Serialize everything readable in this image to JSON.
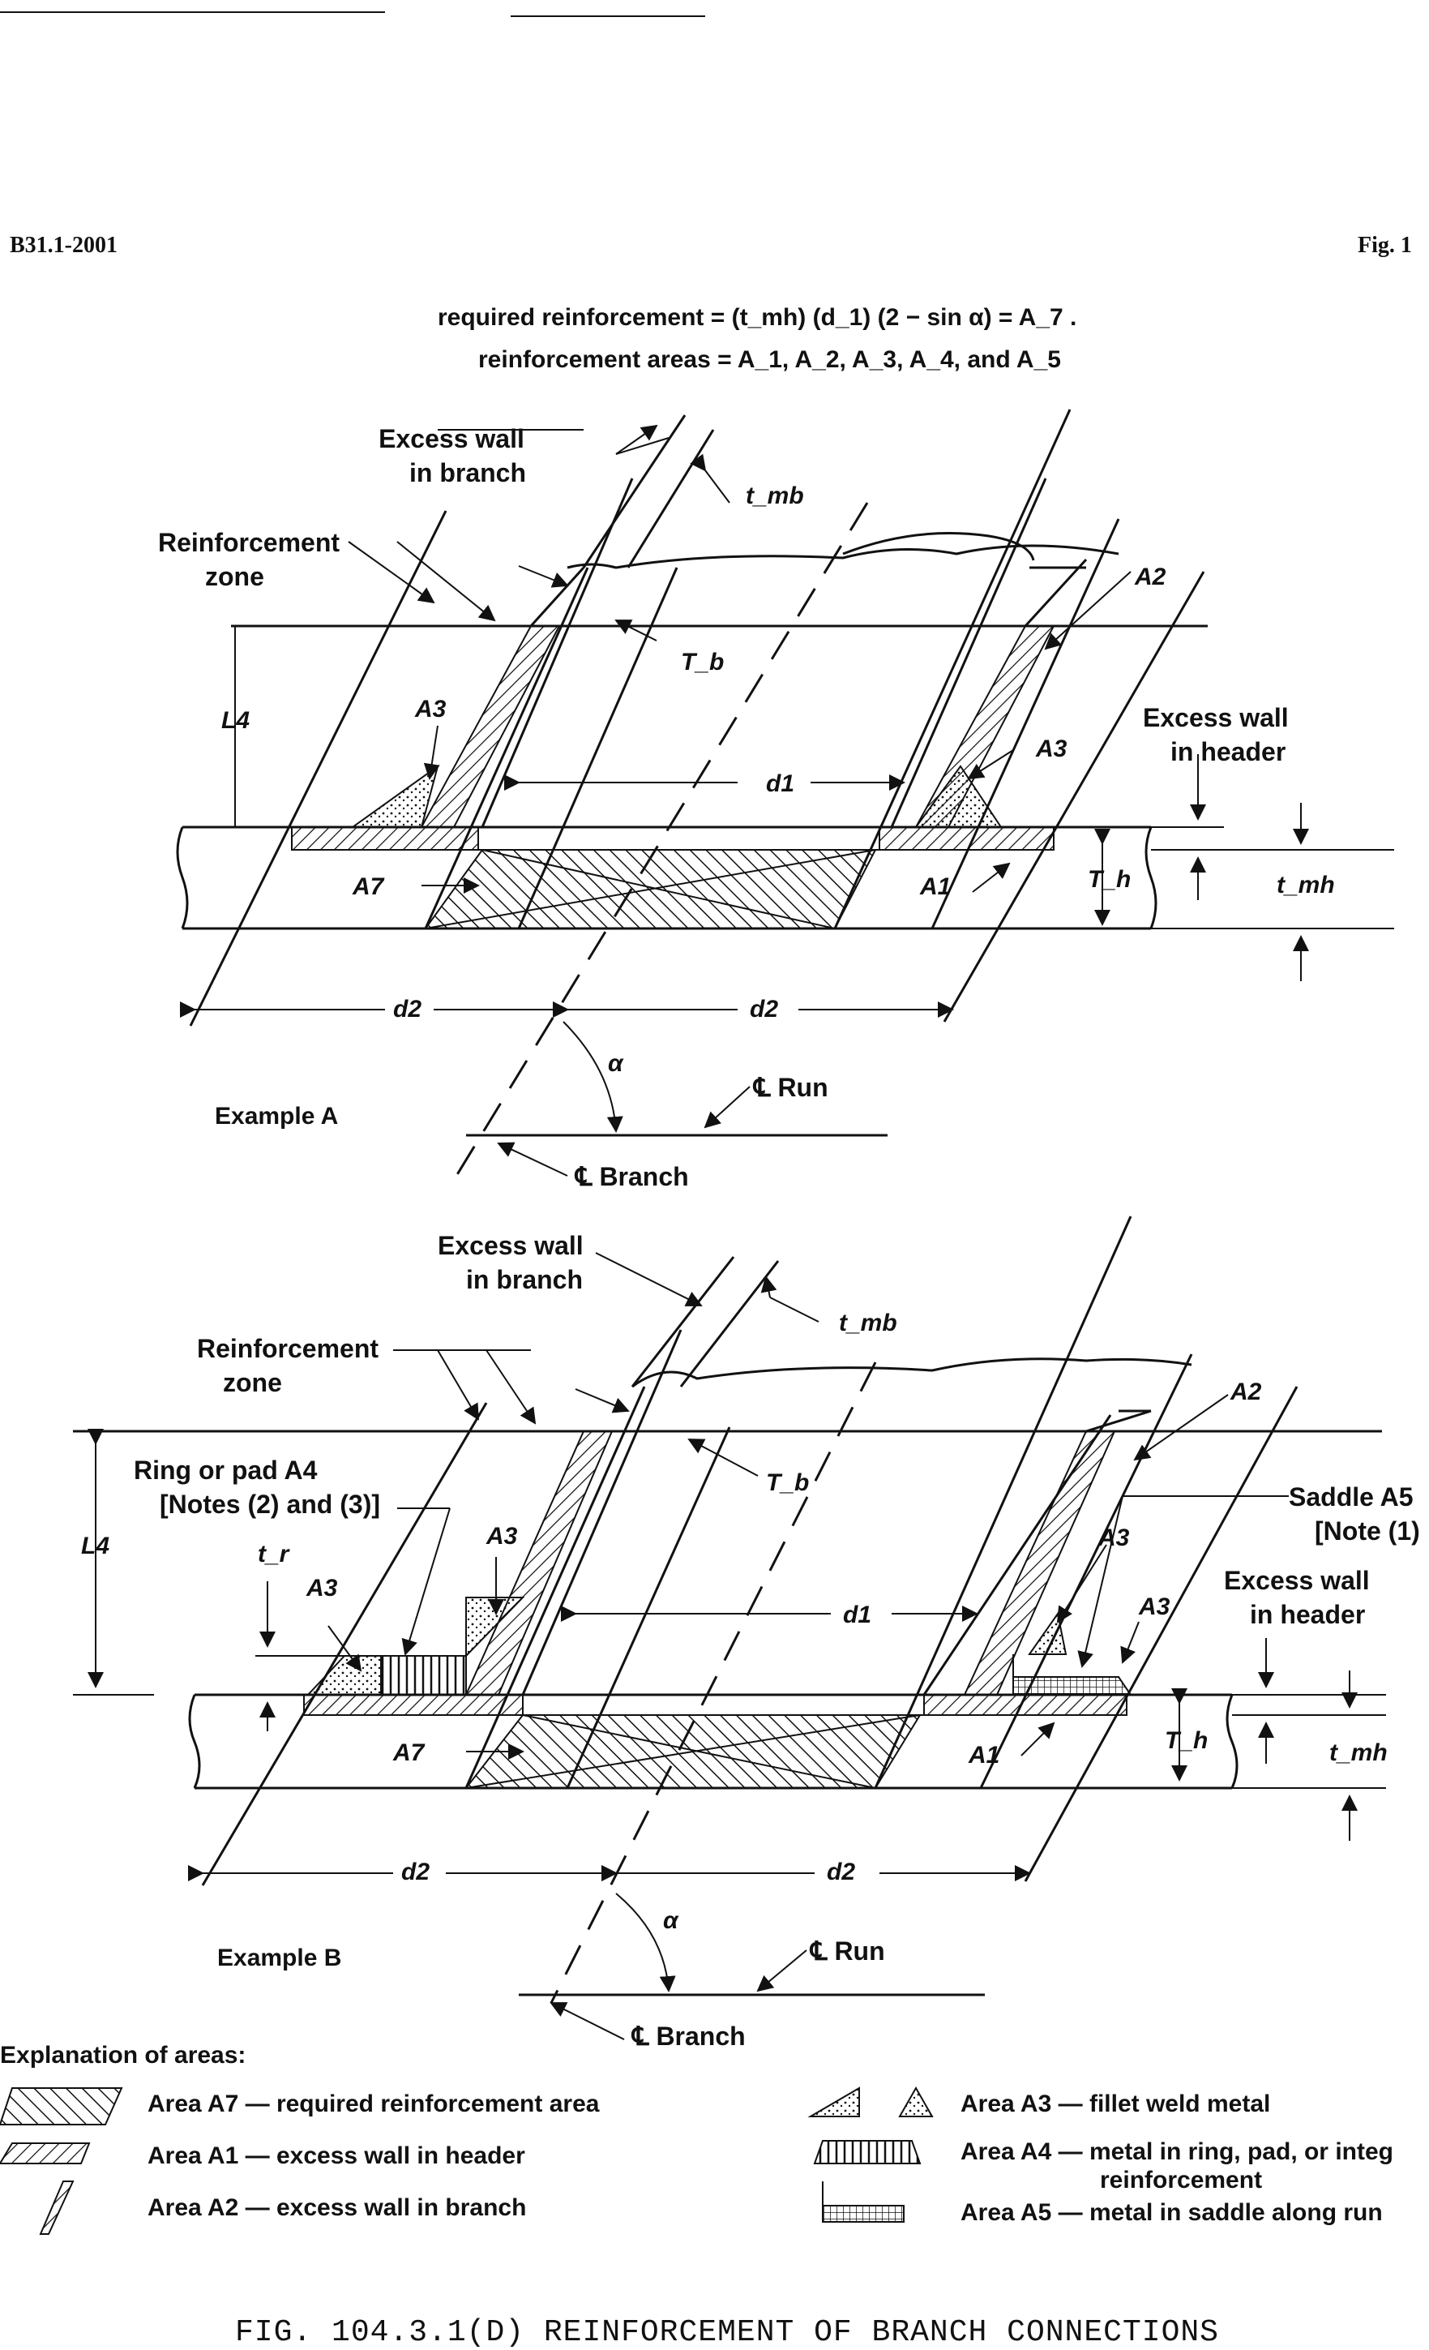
{
  "header": {
    "standard": "B31.1-2001",
    "fig_ref": "Fig. 1"
  },
  "formula": {
    "line1": "required reinforcement = (t_mh) (d_1) (2 − sin α) = A_7 .",
    "line2": "reinforcement areas = A_1, A_2, A_3, A_4, and A_5"
  },
  "example_a": {
    "title": "Example A",
    "excess_wall_branch": [
      "Excess wall",
      "in branch"
    ],
    "reinforcement_zone": [
      "Reinforcement",
      "zone"
    ],
    "excess_wall_header": [
      "Excess wall",
      "in header"
    ],
    "t_mb": "t_mb",
    "T_b": "T_b",
    "L4": "L4",
    "A3_left": "A3",
    "A3_right": "A3",
    "A2": "A2",
    "d1": "d1",
    "A7": "A7",
    "A1": "A1",
    "T_h": "T_h",
    "t_mh": "t_mh",
    "d2_left": "d2",
    "d2_right": "d2",
    "alpha": "α",
    "run": "℄ Run",
    "branch": "℄ Branch"
  },
  "example_b": {
    "title": "Example B",
    "excess_wall_branch": [
      "Excess wall",
      "in branch"
    ],
    "reinforcement_zone": [
      "Reinforcement",
      "zone"
    ],
    "ring_pad": [
      "Ring or pad A4",
      "[Notes (2) and (3)]"
    ],
    "saddle": [
      "Saddle A5",
      "[Note (1)"
    ],
    "excess_wall_header": [
      "Excess wall",
      "in header"
    ],
    "t_mb": "t_mb",
    "T_b": "T_b",
    "L4": "L4",
    "t_r": "t_r",
    "A3_a": "A3",
    "A3_b": "A3",
    "A3_c": "A3",
    "A3_d": "A3",
    "A2": "A2",
    "d1": "d1",
    "A7": "A7",
    "A1": "A1",
    "T_h": "T_h",
    "t_mh": "t_mh",
    "d2_left": "d2",
    "d2_right": "d2",
    "alpha": "α",
    "run": "℄ Run",
    "branch": "℄ Branch"
  },
  "legend": {
    "title": "Explanation of areas:",
    "items": [
      "Area A7 — required reinforcement area",
      "Area A1 — excess wall in header",
      "Area A2 — excess wall in branch",
      "Area A3 — fillet weld metal",
      "Area A4 — metal in ring, pad, or integ",
      "reinforcement",
      "Area A5 — metal in saddle along run"
    ]
  },
  "caption": "FIG. 104.3.1(D)   REINFORCEMENT OF BRANCH CONNECTIONS"
}
